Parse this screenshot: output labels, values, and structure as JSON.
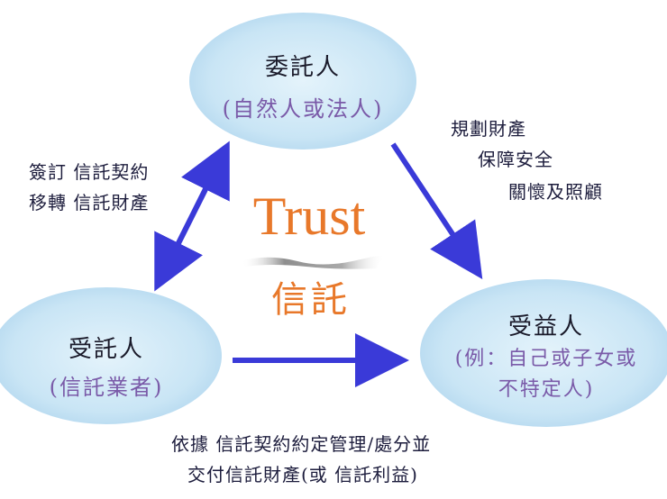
{
  "center": {
    "title": "Trust",
    "subtitle": "信託"
  },
  "nodes": {
    "settlor": {
      "title": "委託人",
      "subtitle": "(自然人或法人)"
    },
    "trustee": {
      "title": "受託人",
      "subtitle": "(信託業者)"
    },
    "beneficiary": {
      "title": "受益人",
      "subtitle_line1": "(例：自己或子女或",
      "subtitle_line2": "不特定人)"
    }
  },
  "notes": {
    "left_line1": "簽訂 信託契約",
    "left_line2": "移轉 信託財產",
    "right_line1": "規劃財產",
    "right_line2": "保障安全",
    "right_line3": "關懷及照顧",
    "bottom_line1": "依據 信託契約約定管理/處分並",
    "bottom_line2": "交付信託財產(或 信託利益)"
  },
  "colors": {
    "ellipse_fill": "#cfe8f6",
    "arrow": "#3a3ad8",
    "accent": "#e8782a",
    "subtitle": "#7a5aa8"
  }
}
